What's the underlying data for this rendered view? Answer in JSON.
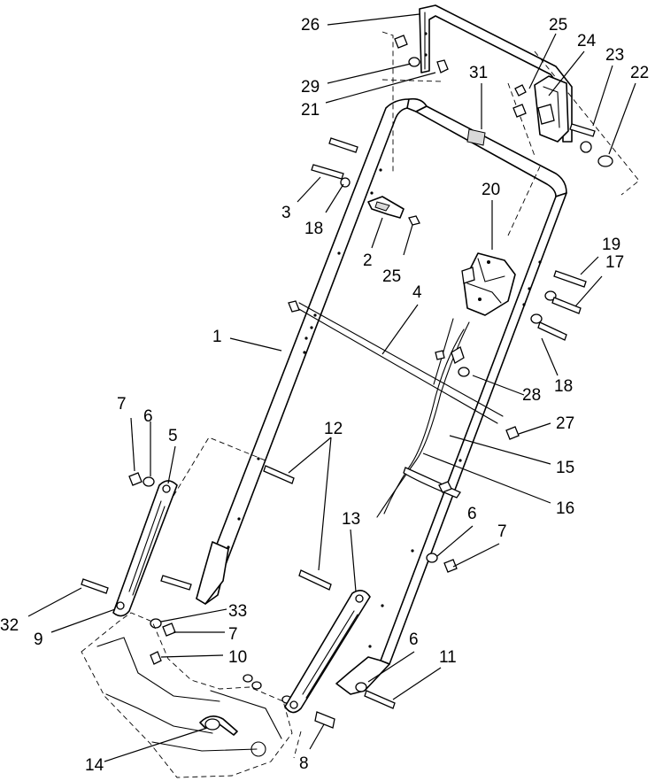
{
  "callouts": {
    "c1": "1",
    "c2": "2",
    "c3": "3",
    "c4": "4",
    "c5": "5",
    "c6a": "6",
    "c6b": "6",
    "c6c": "6",
    "c7a": "7",
    "c7b": "7",
    "c7c": "7",
    "c8": "8",
    "c9": "9",
    "c10": "10",
    "c11": "11",
    "c12": "12",
    "c13": "13",
    "c14": "14",
    "c15": "15",
    "c16": "16",
    "c17": "17",
    "c18a": "18",
    "c18b": "18",
    "c19": "19",
    "c20": "20",
    "c21": "21",
    "c22": "22",
    "c23": "23",
    "c24": "24",
    "c25a": "25",
    "c25b": "25",
    "c26": "26",
    "c27": "27",
    "c28": "28",
    "c29": "29",
    "c31": "31",
    "c32": "32",
    "c33": "33"
  }
}
